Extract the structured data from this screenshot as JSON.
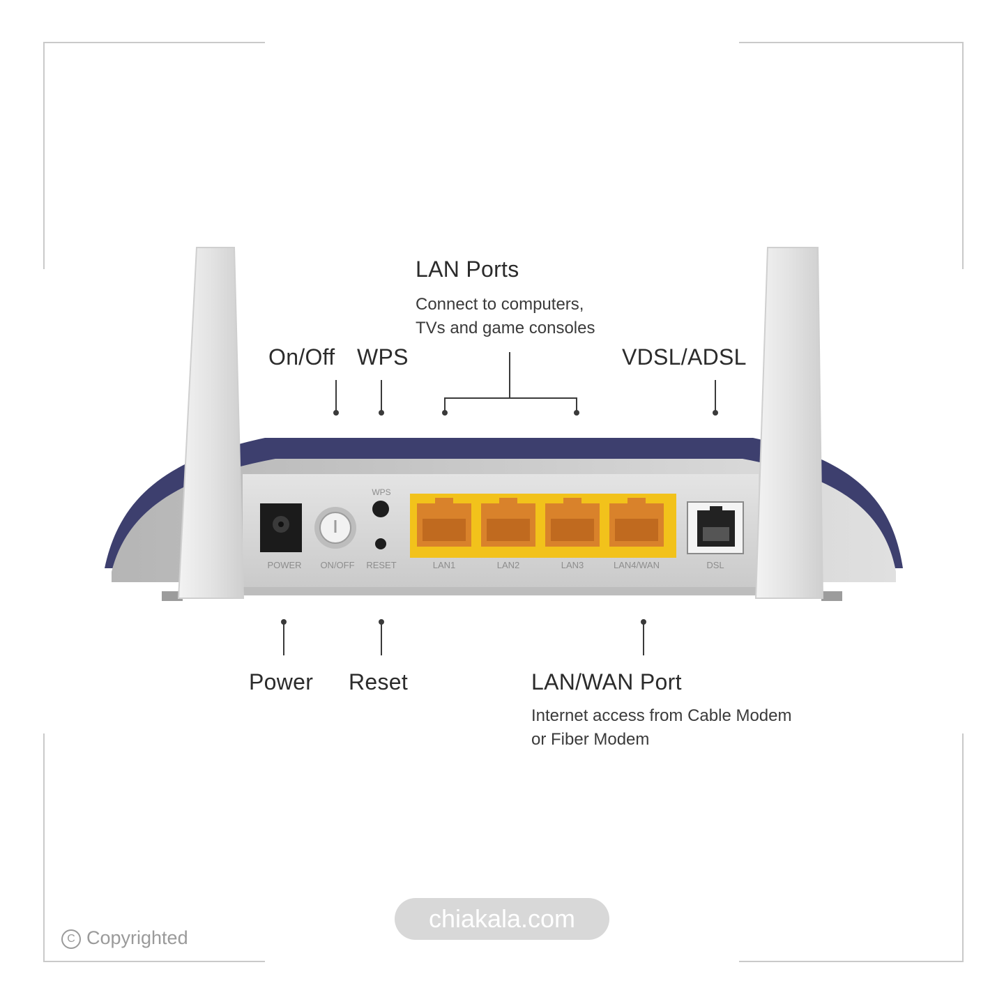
{
  "callouts": {
    "lan_ports": {
      "title": "LAN Ports",
      "description": [
        "Connect to computers,",
        "TVs and game consoles"
      ]
    },
    "on_off": "On/Off",
    "wps": "WPS",
    "vdsl_adsl": "VDSL/ADSL",
    "power": "Power",
    "reset": "Reset",
    "lan_wan_port": {
      "title": "LAN/WAN Port",
      "description": [
        "Internet access from Cable Modem",
        "or Fiber Modem"
      ]
    }
  },
  "panel_labels": {
    "power": "POWER",
    "on_off": "ON/OFF",
    "reset": "RESET",
    "wps": "WPS",
    "lan1": "LAN1",
    "lan2": "LAN2",
    "lan3": "LAN3",
    "lan4_wan": "LAN4/WAN",
    "dsl": "DSL"
  },
  "watermark": "chiakala.com",
  "copyright": "Copyrighted",
  "colors": {
    "housing_top": "#3d3f6e",
    "panel": "#d9d9d9",
    "port_block": "#f2c21b",
    "rj45": "#d9822b",
    "antenna": "#e6e6e6"
  }
}
